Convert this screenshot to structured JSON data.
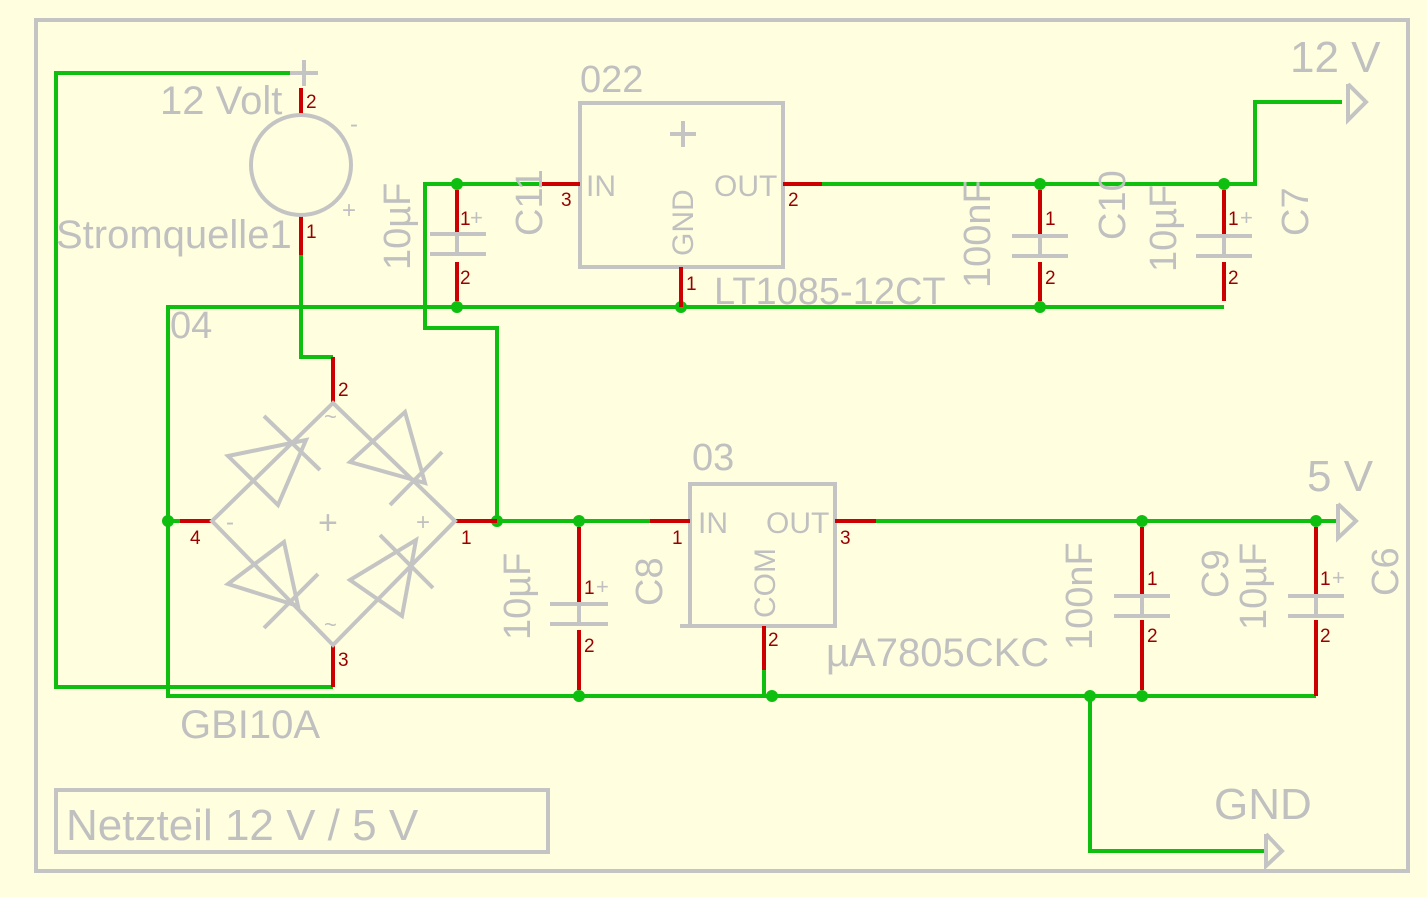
{
  "title": "Netzteil 12 V / 5 V",
  "rails": {
    "v12": "12 V",
    "v5": "5 V",
    "gnd": "GND"
  },
  "source": {
    "ref": "12 Volt",
    "name": "Stromquelle1",
    "plus": "+",
    "minus": "-",
    "plus2": "+",
    "pin_top": "2",
    "pin_bottom": "1"
  },
  "bridge": {
    "ref": "04",
    "value": "GBI10A",
    "ac_top": "~",
    "ac_bottom": "~",
    "minus": "-",
    "plus": "+",
    "center": "+",
    "pins": [
      "1",
      "2",
      "3",
      "4"
    ]
  },
  "reg12": {
    "ref": "022",
    "value": "LT1085-12CT",
    "in": "IN",
    "out": "OUT",
    "gnd": "GND",
    "plus": "+",
    "pin_in": "3",
    "pin_out": "2",
    "pin_gnd": "1"
  },
  "reg5": {
    "ref": "03",
    "value": "µA7805CKC",
    "in": "IN",
    "out": "OUT",
    "com": "COM",
    "pin_in": "1",
    "pin_out": "3",
    "pin_com": "2"
  },
  "caps": [
    {
      "name": "C11",
      "value": "10µF",
      "pin1": "1",
      "plus": "+",
      "pin2": "2"
    },
    {
      "name": "C10",
      "value": "100nF",
      "pin1": "1",
      "pin2": "2"
    },
    {
      "name": "C7",
      "value": "10µF",
      "pin1": "1",
      "plus": "+",
      "pin2": "2"
    },
    {
      "name": "C8",
      "value": "10µF",
      "pin1": "1",
      "plus": "+",
      "pin2": "2"
    },
    {
      "name": "C9",
      "value": "100nF",
      "pin1": "1",
      "pin2": "2"
    },
    {
      "name": "C6",
      "value": "10µF",
      "pin1": "1",
      "plus": "+",
      "pin2": "2"
    }
  ],
  "colors": {
    "background": "#ffffdf",
    "wire": "#0fbf0f",
    "pin_lead": "#cc0000",
    "symbol": "#c4c4c4",
    "pin_number": "#990000"
  }
}
